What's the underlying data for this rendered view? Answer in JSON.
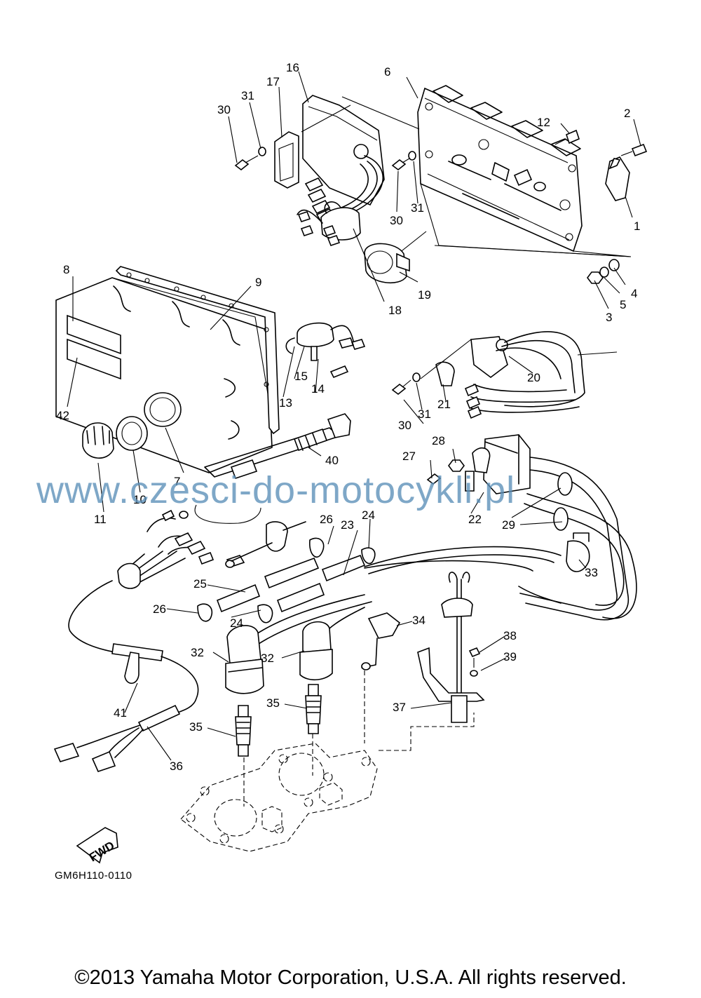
{
  "diagram": {
    "code": "GM6H110-0110",
    "fwd_text": "FWD",
    "watermark": "www.czesci-do-motocykli.pl",
    "copyright": "©2013 Yamaha Motor Corporation, U.S.A. All rights reserved.",
    "callouts": [
      "1",
      "2",
      "3",
      "4",
      "5",
      "6",
      "7",
      "8",
      "9",
      "10",
      "11",
      "12",
      "13",
      "14",
      "15",
      "16",
      "17",
      "18",
      "19",
      "20",
      "21",
      "22",
      "23",
      "24",
      "24",
      "25",
      "26",
      "26",
      "27",
      "28",
      "29",
      "30",
      "30",
      "30",
      "31",
      "31",
      "31",
      "32",
      "32",
      "33",
      "34",
      "35",
      "35",
      "36",
      "37",
      "38",
      "39",
      "40",
      "41",
      "42"
    ]
  }
}
